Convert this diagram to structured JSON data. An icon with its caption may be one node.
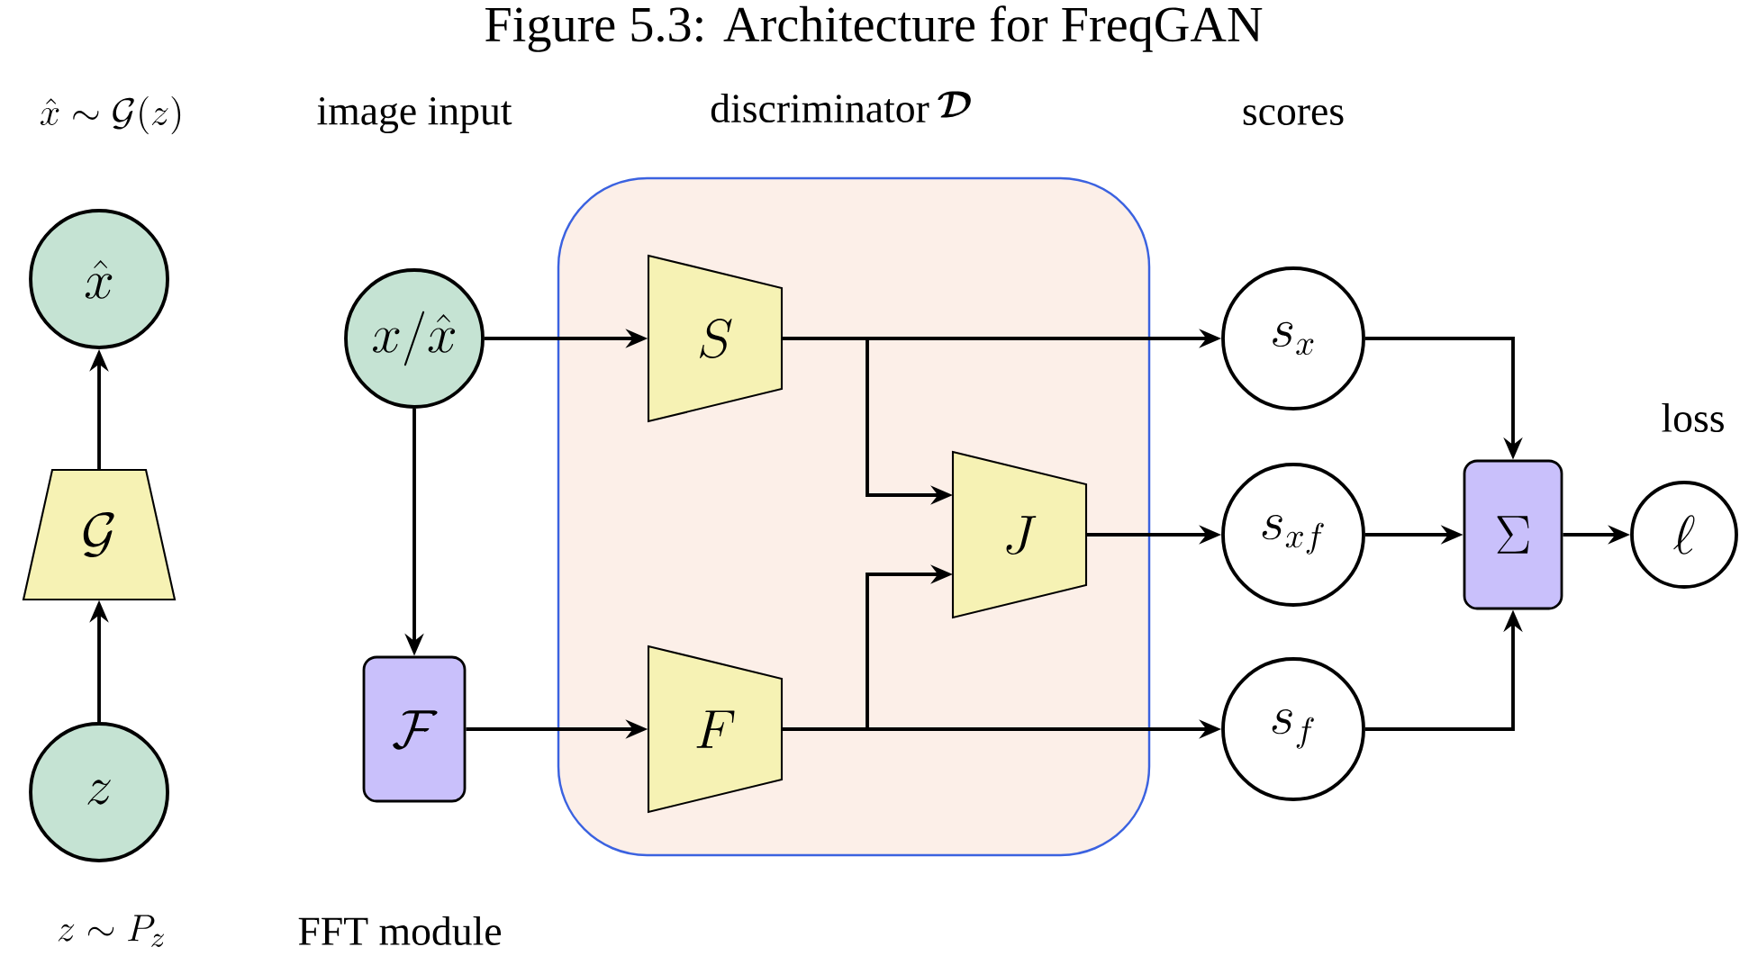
{
  "diagram": {
    "title": "Figure 5.3: Architecture for FreqGAN",
    "nodes": [
      {
        "text": [
          "\\hat{x}"
        ]
      },
      {
        "text": [
          "\\mathcal{G}"
        ]
      },
      {
        "text": [
          "z"
        ]
      },
      {
        "text": [
          "x/\\hat{x}"
        ]
      },
      {
        "text": [
          "\\mathcal{F}"
        ]
      },
      {
        "text": [],
        "shape": "box"
      },
      {
        "text": [
          "S"
        ],
        "in": 5
      },
      {
        "text": [
          "F"
        ],
        "in": 5
      },
      {
        "text": [
          "J"
        ],
        "in": 5
      },
      {
        "text": [
          "s_x"
        ]
      },
      {
        "text": [
          "s_{xf}"
        ]
      },
      {
        "text": [
          "s_f"
        ]
      },
      {
        "text": [
          "\\Sigma"
        ]
      },
      {
        "text": [
          "\\ell"
        ]
      }
    ],
    "edges": [
      {
        "from": 2,
        "to": 1,
        "arrow": "to"
      },
      {
        "from": 1,
        "to": 0,
        "arrow": "to"
      },
      {
        "from": 3,
        "to": 6,
        "arrow": "to"
      },
      {
        "from": 3,
        "to": 4,
        "arrow": "to"
      },
      {
        "from": 4,
        "to": 7,
        "arrow": "to"
      },
      {
        "from": 6,
        "to": 9,
        "arrow": "to"
      },
      {
        "from": 6,
        "to": 8,
        "arrow": "to"
      },
      {
        "from": 7,
        "to": 8,
        "arrow": "to"
      },
      {
        "from": 7,
        "to": 11,
        "arrow": "to"
      },
      {
        "from": 8,
        "to": 10,
        "arrow": "to"
      },
      {
        "from": 9,
        "to": 12,
        "arrow": "to"
      },
      {
        "from": 10,
        "to": 12,
        "arrow": "to"
      },
      {
        "from": 11,
        "to": 12,
        "arrow": "to"
      },
      {
        "from": 12,
        "to": 13,
        "arrow": "to"
      }
    ],
    "labels": [
      "\\hat{x} \\sim \\mathcal{G}(z)",
      "image input",
      "discriminator",
      "\\boldsymbol{\\mathcal{D}}",
      "scores",
      "loss",
      "z \\sim P_z",
      "FFT module"
    ]
  }
}
